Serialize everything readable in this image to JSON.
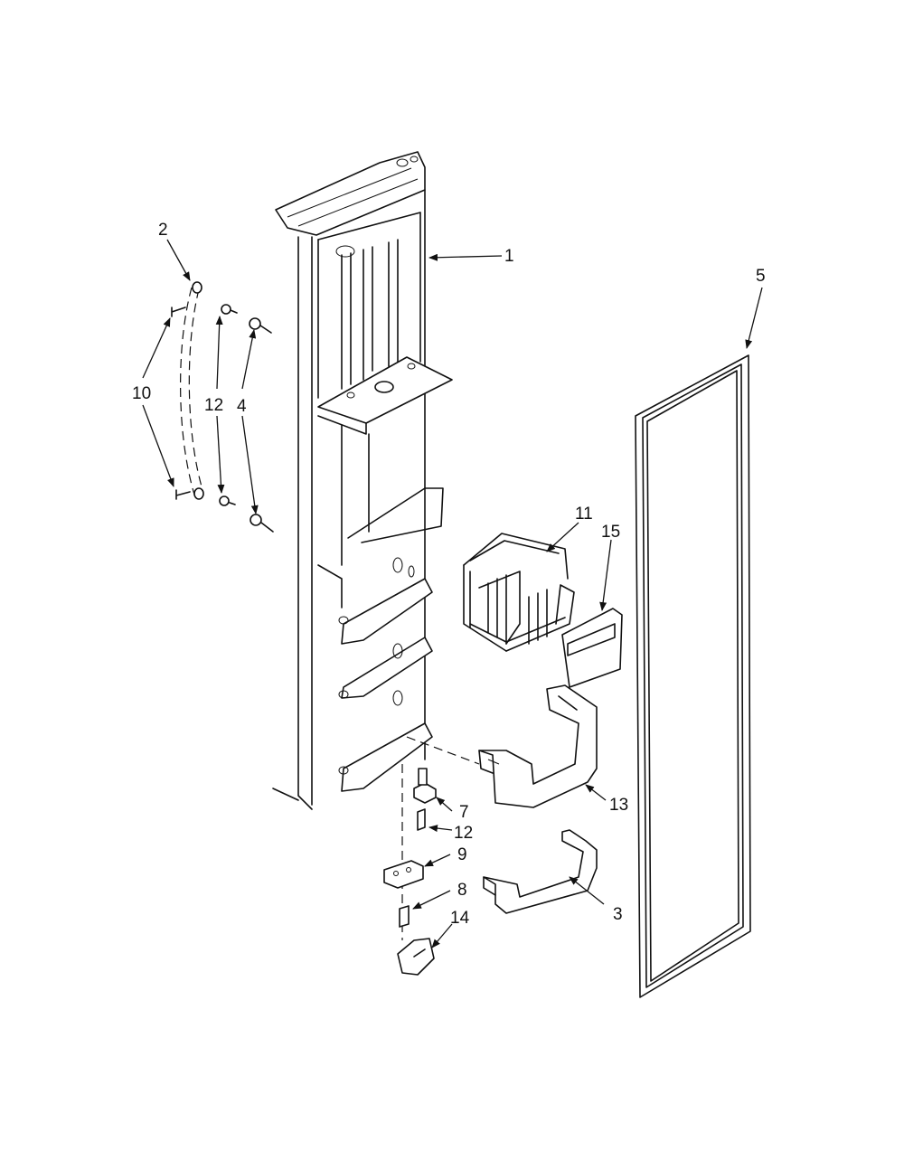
{
  "diagram": {
    "callouts": [
      {
        "id": "1",
        "label": "1"
      },
      {
        "id": "2",
        "label": "2"
      },
      {
        "id": "3",
        "label": "3"
      },
      {
        "id": "4",
        "label": "4"
      },
      {
        "id": "5",
        "label": "5"
      },
      {
        "id": "7",
        "label": "7"
      },
      {
        "id": "8",
        "label": "8"
      },
      {
        "id": "9",
        "label": "9"
      },
      {
        "id": "10",
        "label": "10"
      },
      {
        "id": "11",
        "label": "11"
      },
      {
        "id": "12a",
        "label": "12"
      },
      {
        "id": "12b",
        "label": "12"
      },
      {
        "id": "13",
        "label": "13"
      },
      {
        "id": "14",
        "label": "14"
      },
      {
        "id": "15",
        "label": "15"
      }
    ]
  }
}
